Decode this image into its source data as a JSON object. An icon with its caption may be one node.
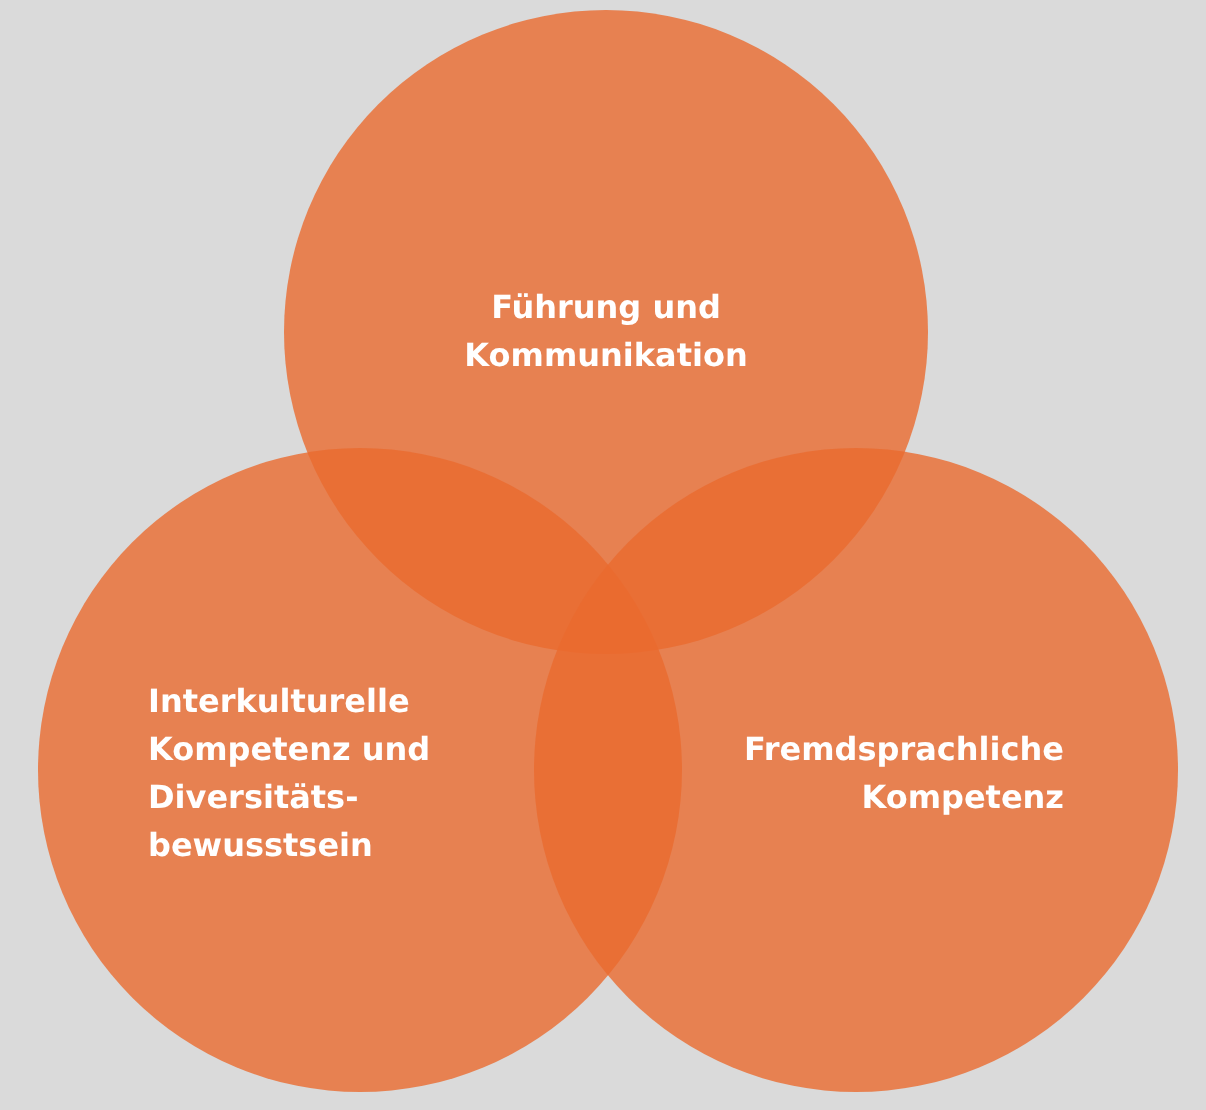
{
  "diagram": {
    "nodes": [
      {
        "text": [
          "Führung und Kommunikation"
        ]
      },
      {
        "text": [
          "Interkulturelle Kompetenz und Diversitäts- bewusstsein"
        ]
      },
      {
        "text": [
          "Fremdsprachliche Kompetenz"
        ]
      }
    ]
  }
}
